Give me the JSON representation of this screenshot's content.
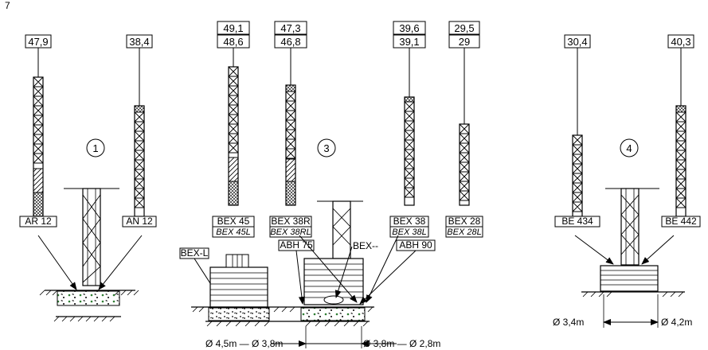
{
  "corner_mark": "7",
  "groups": [
    {
      "number": "1",
      "towers": [
        {
          "heights": [
            "47,9"
          ],
          "labels": [
            "AR 12"
          ]
        },
        {
          "heights": [
            "38,4"
          ],
          "labels": [
            "AN 12"
          ]
        }
      ]
    },
    {
      "number": "3",
      "towers": [
        {
          "heights": [
            "49,1",
            "48,6"
          ],
          "labels": [
            "BEX 45",
            "BEX 45L"
          ]
        },
        {
          "heights": [
            "47,3",
            "46,8"
          ],
          "labels": [
            "BEX 38R",
            "BEX 38RL"
          ]
        },
        {
          "heights": [
            "39,6",
            "39,1"
          ],
          "labels": [
            "BEX 38",
            "BEX 38L"
          ]
        },
        {
          "heights": [
            "29,5",
            "29"
          ],
          "labels": [
            "BEX 28",
            "BEX 28L"
          ]
        }
      ]
    },
    {
      "number": "4",
      "towers": [
        {
          "heights": [
            "30,4"
          ],
          "labels": [
            "BE 434"
          ]
        },
        {
          "heights": [
            "40,3"
          ],
          "labels": [
            "BE 442"
          ]
        }
      ]
    }
  ],
  "ballast_labels": {
    "bex_l": "BEX-L",
    "abh_75": "ABH 75",
    "bex_dash": "BEX--",
    "abh_90": "ABH 90"
  },
  "dimensions": {
    "d1": "Ø 4,5m — Ø 3,8m",
    "d2": "Ø 3,8m — Ø 2,8m",
    "d3": "Ø 3,4m",
    "d4": "Ø 4,2m"
  }
}
